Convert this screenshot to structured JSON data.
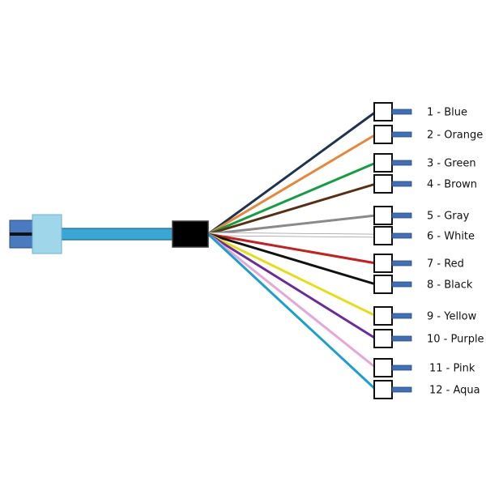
{
  "fibers": [
    {
      "label": "1 - Blue",
      "color": "#1f3350"
    },
    {
      "label": "2 - Orange",
      "color": "#e8873a"
    },
    {
      "label": "3 - Green",
      "color": "#10a040"
    },
    {
      "label": "4 - Brown",
      "color": "#5a2e12"
    },
    {
      "label": "5 - Gray",
      "color": "#8a8a8a"
    },
    {
      "label": "6 - White",
      "color": "#d8d8d8"
    },
    {
      "label": "7 - Red",
      "color": "#c81e1e"
    },
    {
      "label": "8 - Black",
      "color": "#111111"
    },
    {
      "label": "9 - Yellow",
      "color": "#e6de10"
    },
    {
      "label": "10 - Purple",
      "color": "#6a2c9c"
    },
    {
      "label": "11 - Pink",
      "color": "#e6a6d6"
    },
    {
      "label": "12 - Aqua",
      "color": "#1c9fcf"
    }
  ],
  "colors": {
    "trunk_cable": "#3aa6d6",
    "trunk_cable_edge": "#1f6e98",
    "connector_body": "#9fd6ea",
    "connector_ferrule": "#4a7bc0",
    "breakout_box": "#000000",
    "ferrule": "#3f6fb6"
  }
}
